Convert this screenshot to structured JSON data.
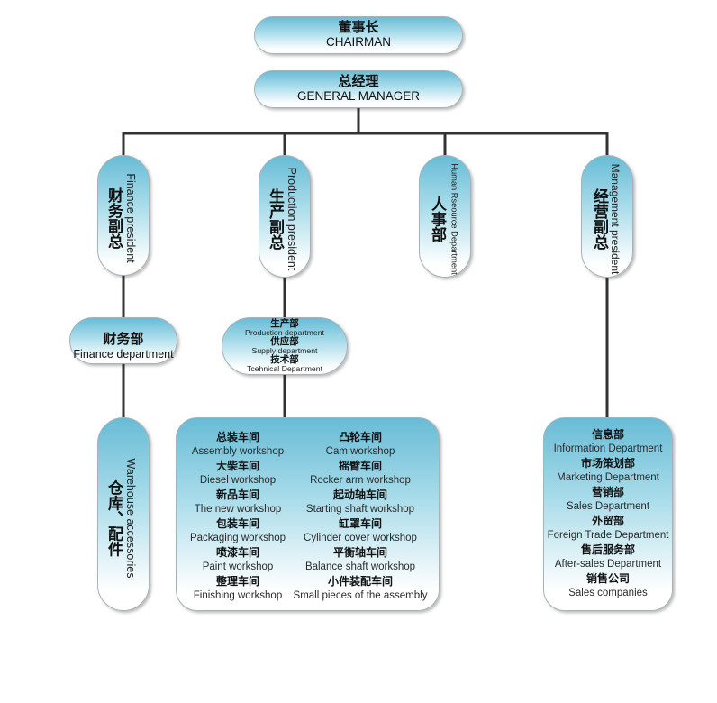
{
  "chairman": {
    "zh": "董事长",
    "en": "CHAIRMAN"
  },
  "general_manager": {
    "zh": "总经理",
    "en": "GENERAL MANAGER"
  },
  "branches": [
    {
      "zh": "财务副总",
      "en": "Finance president"
    },
    {
      "zh": "生产副总",
      "en": "Production president"
    },
    {
      "zh": "人事部",
      "en": "Human Rseource Department"
    },
    {
      "zh": "经营副总",
      "en": "Management president"
    }
  ],
  "finance_department": {
    "zh": "财务部",
    "en": "Finance department"
  },
  "warehouse": {
    "zh": "仓库、配件",
    "en": "Warehouse accessories"
  },
  "production_group": [
    {
      "zh": "生产部",
      "en": "Production department"
    },
    {
      "zh": "供应部",
      "en": "Supply department"
    },
    {
      "zh": "技术部",
      "en": "Tcehnical Department"
    }
  ],
  "workshops": {
    "left": [
      {
        "zh": "总装车间",
        "en": "Assembly workshop"
      },
      {
        "zh": "大柴车间",
        "en": "Diesel workshop"
      },
      {
        "zh": "新品车间",
        "en": "The new workshop"
      },
      {
        "zh": "包装车间",
        "en": "Packaging workshop"
      },
      {
        "zh": "喷漆车间",
        "en": "Paint workshop"
      },
      {
        "zh": "整理车间",
        "en": "Finishing workshop"
      }
    ],
    "right": [
      {
        "zh": "凸轮车间",
        "en": "Cam workshop"
      },
      {
        "zh": "摇臂车间",
        "en": "Rocker arm workshop"
      },
      {
        "zh": "起动轴车间",
        "en": "Starting shaft workshop"
      },
      {
        "zh": "缸罩车间",
        "en": "Cylinder cover workshop"
      },
      {
        "zh": "平衡轴车间",
        "en": "Balance shaft workshop"
      },
      {
        "zh": "小件装配车间",
        "en": "Small pieces of the assembly"
      }
    ]
  },
  "management_units": [
    {
      "zh": "信息部",
      "en": "Information Department"
    },
    {
      "zh": "市场策划部",
      "en": "Marketing Department"
    },
    {
      "zh": "营销部",
      "en": "Sales Department"
    },
    {
      "zh": "外贸部",
      "en": "Foreign Trade Department"
    },
    {
      "zh": "售后服务部",
      "en": "After-sales Department"
    },
    {
      "zh": "销售公司",
      "en": "Sales companies"
    }
  ],
  "colors": {
    "node_top": "#68bcd6",
    "node_mid": "#a9dcea",
    "node_bottom": "#ffffff",
    "connector": "#333333",
    "border": "#a7b3b8"
  }
}
